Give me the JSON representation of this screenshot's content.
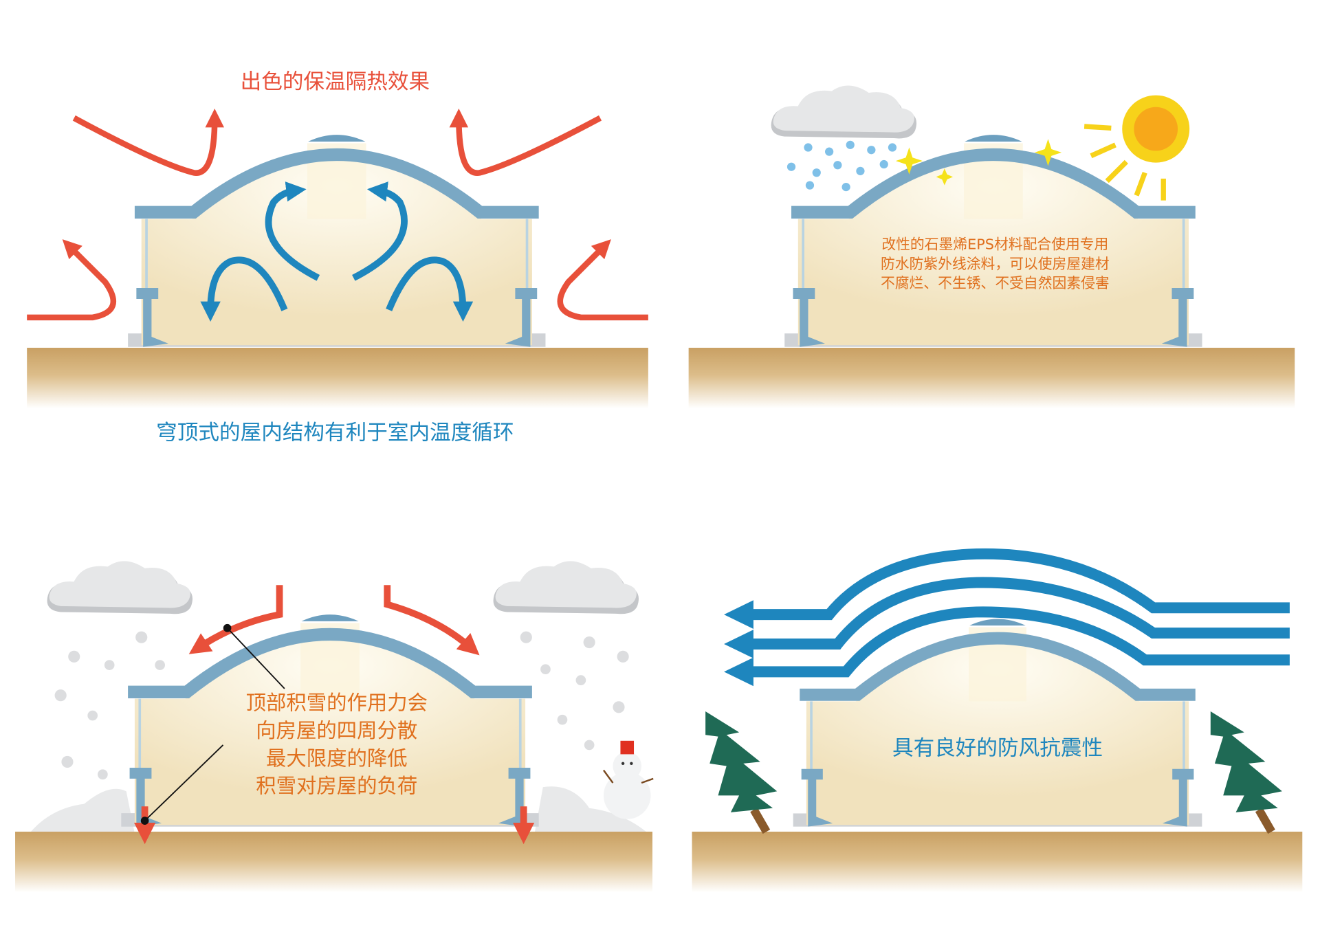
{
  "panel1": {
    "title": "出色的保温隔热效果",
    "caption": "穹顶式的屋内结构有利于室内温度循环"
  },
  "panel2": {
    "lines": [
      "改性的石墨烯EPS材料配合使用专用",
      "防水防紫外线涂料，可以使房屋建材",
      "不腐烂、不生锈、不受自然因素侵害"
    ]
  },
  "panel3": {
    "lines": [
      "顶部积雪的作用力会",
      "向房屋的四周分散",
      "最大限度的降低",
      "积雪对房屋的负荷"
    ]
  },
  "panel4": {
    "label": "具有良好的防风抗震性"
  },
  "colors": {
    "red": "#e8503a",
    "blue": "#1e86be",
    "roof": "#7aa8c4",
    "orange_text": "#e0701e",
    "ground": "#c9a063"
  }
}
